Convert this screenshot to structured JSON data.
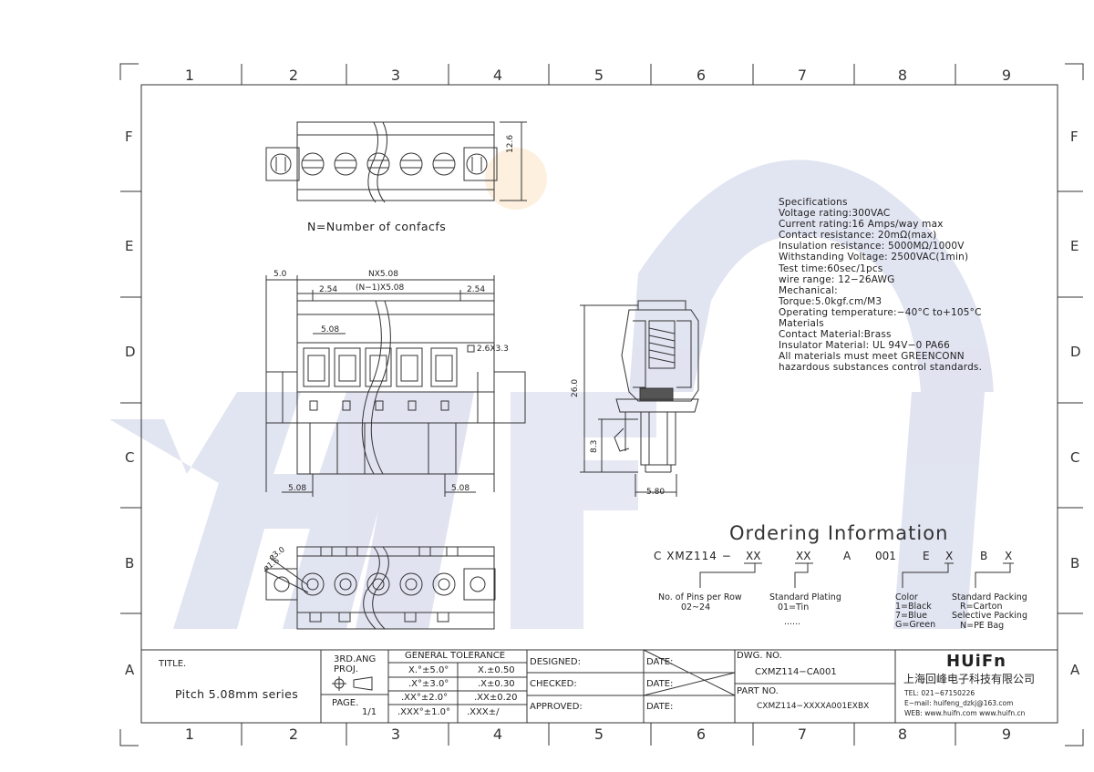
{
  "grid": {
    "columns": [
      "1",
      "2",
      "3",
      "4",
      "5",
      "6",
      "7",
      "8",
      "9"
    ],
    "rows": [
      "F",
      "E",
      "D",
      "C",
      "B",
      "A"
    ]
  },
  "colors": {
    "line": "#333333",
    "watermark_blue": "#c9cde6",
    "watermark_orange": "#fbe3c4"
  },
  "watermark": "HUiFn",
  "top_view": {
    "note": "N=Number of confacfs",
    "dim_height": "12.6"
  },
  "front_view": {
    "dim_nx": "NX5.08",
    "dim_n1": "(N−1)X5.08",
    "dim_5_0": "5.0",
    "dim_2_54_left": "2.54",
    "dim_2_54_right": "2.54",
    "dim_pitch": "5.08",
    "dim_square": "2.6X3.3",
    "dim_bottom_left": "5.08",
    "dim_bottom_right": "5.08"
  },
  "side_view": {
    "dim_26": "26.0",
    "dim_8_3": "8.3",
    "dim_5_80": "5.80"
  },
  "bottom_view": {
    "dim_d3": "ø3.0",
    "dim_d16": "ø1.6"
  },
  "specifications": [
    "Specifications",
    "Voltage rating:300VAC",
    "Current rating:16 Amps/way max",
    "Contact resistance: 20mΩ(max)",
    "Insulation resistance: 5000MΩ/1000V",
    "Withstanding Voltage: 2500VAC(1min)",
    "Test time:60sec/1pcs",
    "wire range: 12−26AWG",
    "Mechanical:",
    "Torque:5.0kgf.cm/M3",
    "Operating temperature:−40°C to+105°C",
    "Materials",
    "Contact Material:Brass",
    "Insulator Material: UL 94V−0 PA66",
    "All materials must meet GREENCONN",
    "hazardous substances control standards."
  ],
  "ordering": {
    "title": "Ordering Information",
    "code_parts": [
      "C XMZ114 −",
      "XX",
      "XX",
      "A",
      "001",
      "E",
      "X",
      "B",
      "X"
    ],
    "pins_label": "No. of Pins per Row",
    "pins_range": "02~24",
    "plating_label": "Standard Plating",
    "plating_value": "01=Tin",
    "plating_more": "......",
    "color_label": "Color",
    "color_values": [
      "1=Black",
      "7=Blue",
      "G=Green"
    ],
    "packing_label": "Standard Packing",
    "packing_values": [
      "R=Carton",
      "Selective Packing",
      "N=PE Bag"
    ]
  },
  "title_block": {
    "title_label": "TITLE.",
    "title_value": "Pitch 5.08mm series",
    "proj_label": "3RD.ANG\nPROJ.",
    "proj_line1": "3RD.ANG",
    "proj_line2": "PROJ.",
    "page_label": "PAGE.",
    "page_value": "1/1",
    "tolerance_header": "GENERAL TOLERANCE",
    "tolerances": [
      [
        "X.°±5.0°",
        "X.±0.50"
      ],
      [
        ".X°±3.0°",
        ".X±0.30"
      ],
      [
        ".XX°±2.0°",
        ".XX±0.20"
      ],
      [
        ".XXX°±1.0°",
        ".XXX±/"
      ]
    ],
    "designed": "DESIGNED:",
    "checked": "CHECKED:",
    "approved": "APPROVED:",
    "date1": "DATE:",
    "date2": "DATE:",
    "date3": "DATE:",
    "dwg_label": "DWG. NO.",
    "dwg_value": "CXMZ114−CA001",
    "part_label": "PART NO.",
    "part_value": "CXMZ114−XXXXA001EXBX",
    "company_logo": "HUiFn",
    "company_name": "上海回峰电子科技有限公司",
    "tel": "TEL: 021−67150226",
    "email": "E−mail: huifeng_dzkj@163.com",
    "web": "WEB: www.huifn.com   www.huifn.cn"
  }
}
